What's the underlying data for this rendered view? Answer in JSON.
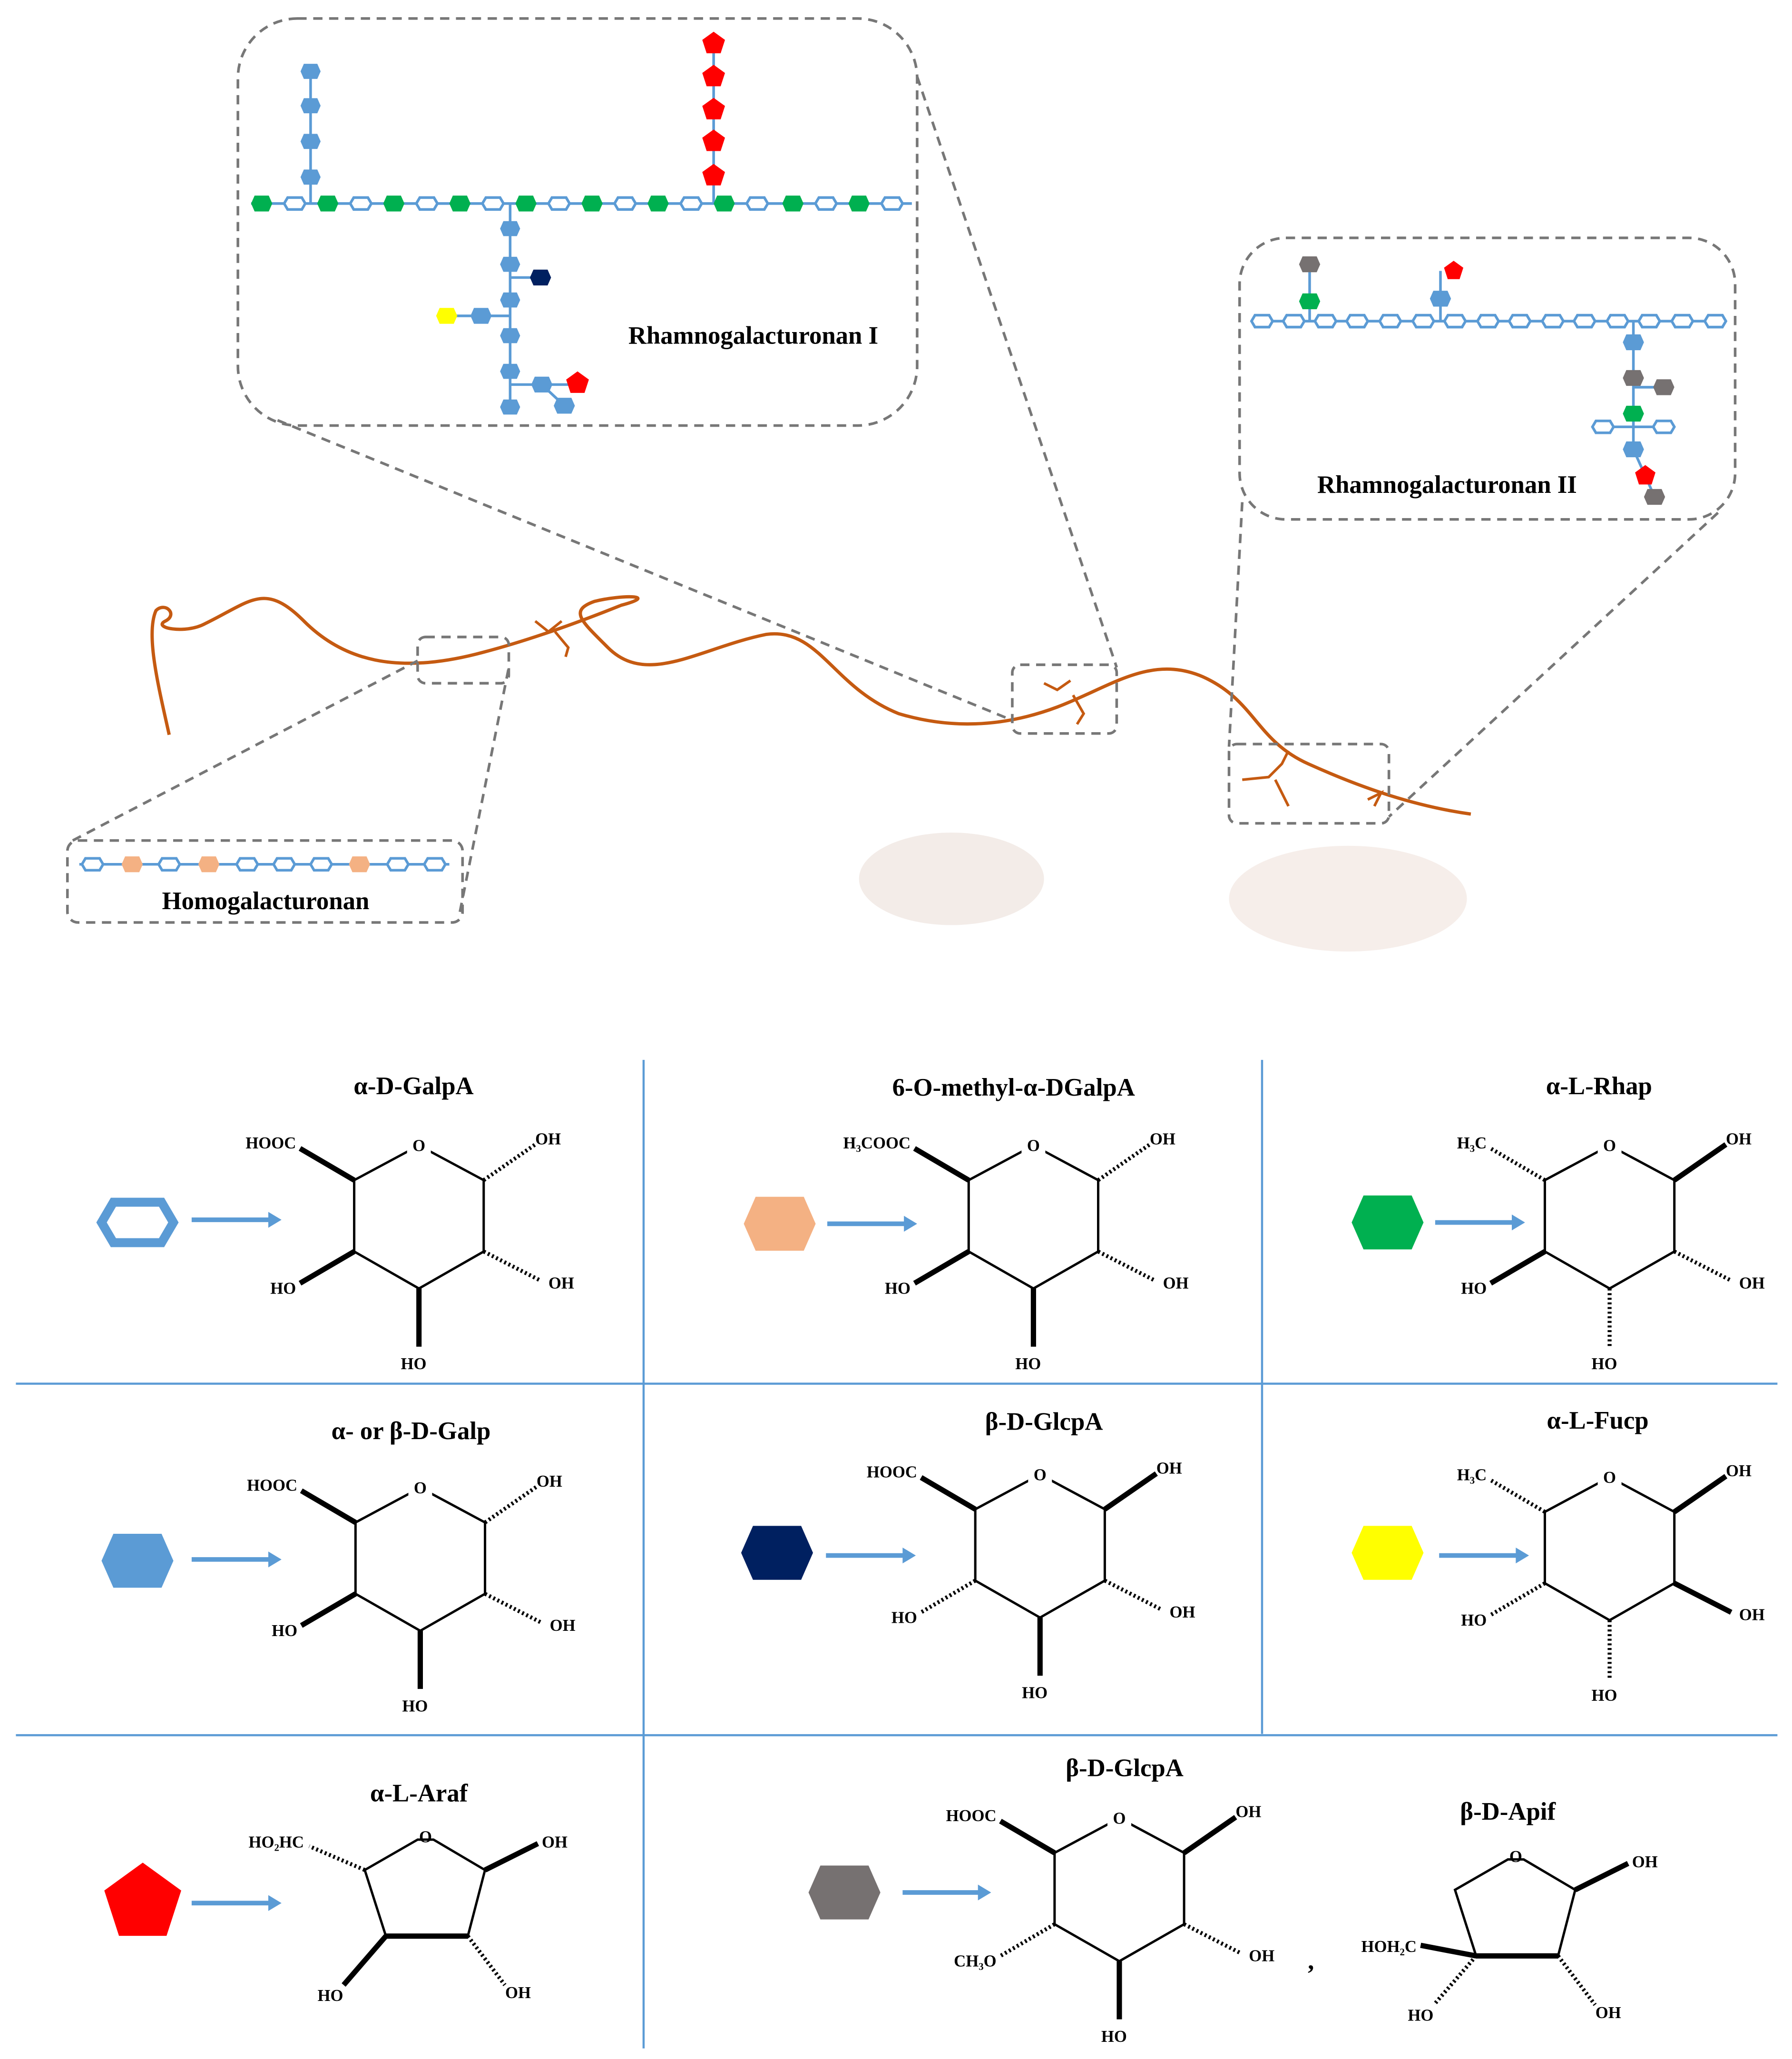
{
  "colors": {
    "galpa": "#5b9bd5",
    "methyl_galpa": "#f4b183",
    "rha": "#00b050",
    "gal": "#5b9bd5",
    "glcpa": "#002060",
    "fuc": "#ffff00",
    "ara": "#ff0000",
    "grey": "#767171",
    "strand": "#c55a11",
    "arrow": "#5b9bd5"
  },
  "regions": {
    "rg1": "Rhamnogalacturonan I",
    "rg2": "Rhamnogalacturonan II",
    "hg": "Homogalacturonan"
  },
  "legend": [
    {
      "title": "α-D-GalpA",
      "symbol": "open-hexagon",
      "color": "#5b9bd5",
      "ring": "pyranose",
      "O": "O",
      "ul": "HOOC",
      "ur": "OH",
      "ll": "HO",
      "lr": "OH",
      "b": "HO"
    },
    {
      "title": "6-O-methyl-α-DGalpA",
      "symbol": "hexagon",
      "color": "#f4b183",
      "ring": "pyranose",
      "O": "O",
      "ul": "H₃COOC",
      "ur": "OH",
      "ll": "HO",
      "lr": "OH",
      "b": "HO"
    },
    {
      "title": "α-L-Rhap",
      "symbol": "hexagon",
      "color": "#00b050",
      "ring": "pyranose",
      "O": "O",
      "ul": "H₃C",
      "ur": "OH",
      "ll": "HO",
      "lr": "OH",
      "b": "HO"
    },
    {
      "title": "α- or β-D-Galp",
      "symbol": "hexagon",
      "color": "#5b9bd5",
      "ring": "pyranose",
      "O": "O",
      "ul": "HOOC",
      "ur": "OH",
      "ll": "HO",
      "lr": "OH",
      "b": "HO"
    },
    {
      "title": "β-D-GlcpA",
      "symbol": "hexagon",
      "color": "#002060",
      "ring": "pyranose",
      "O": "O",
      "ul": "HOOC",
      "ur": "OH",
      "ll": "HO",
      "lr": "OH",
      "b": "HO"
    },
    {
      "title": "α-L-Fucp",
      "symbol": "hexagon",
      "color": "#ffff00",
      "ring": "pyranose",
      "O": "O",
      "ul": "H₃C",
      "ur": "OH",
      "ll": "HO",
      "lr": "OH",
      "b": "HO"
    },
    {
      "title": "α-L-Araf",
      "symbol": "pentagon",
      "color": "#ff0000",
      "ring": "furanose",
      "O": "O",
      "ul": "HO₂HC",
      "ur": "OH",
      "ll": "HO",
      "lr": "OH"
    },
    {
      "title": "β-D-GlcpA",
      "symbol": "hexagon",
      "color": "#767171",
      "ring": "pyranose",
      "O": "O",
      "ul": "HOOC",
      "ur": "OH",
      "ll": "CH₃O",
      "lr": "OH",
      "b": "HO"
    }
  ],
  "apif": {
    "title": "β-D-Apif",
    "O": "O",
    "ur": "OH",
    "side": "HOH₂C",
    "ll": "HO",
    "lr": "OH",
    "separator": ","
  }
}
